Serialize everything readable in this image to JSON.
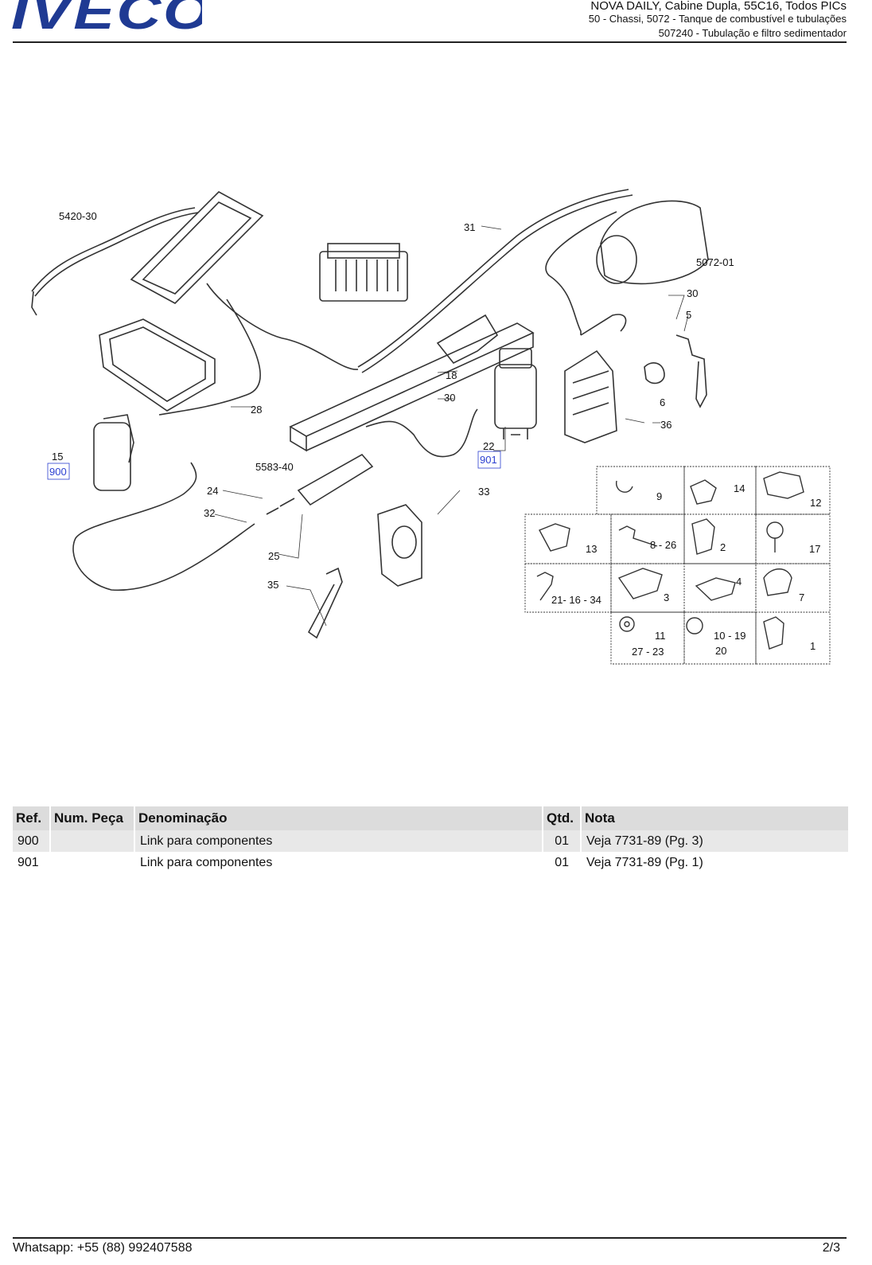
{
  "header": {
    "logo_text": "IVECO",
    "brand_color": "#1f3a93",
    "line1": "NOVA DAILY, Cabine Dupla, 55C16, Todos PICs",
    "line2": "50 - Chassi, 5072 - Tanque de combustível e tubulações",
    "line3": "507240 - Tubulação e filtro sedimentador"
  },
  "diagram": {
    "labels": {
      "l5420_30": "5420-30",
      "l31": "31",
      "l5072_01": "5072-01",
      "l30a": "30",
      "l5": "5",
      "l18": "18",
      "l30b": "30",
      "l6": "6",
      "l36": "36",
      "l28": "28",
      "l15": "15",
      "l900": "900",
      "l22": "22",
      "l901": "901",
      "l5583_40": "5583-40",
      "l24": "24",
      "l33": "33",
      "l32": "32",
      "l25": "25",
      "l35": "35"
    },
    "grid_cells": [
      {
        "id": "c9",
        "text": "9"
      },
      {
        "id": "c14",
        "text": "14"
      },
      {
        "id": "c12",
        "text": "12"
      },
      {
        "id": "c13",
        "text": "13"
      },
      {
        "id": "c8_26",
        "text": "8 - 26"
      },
      {
        "id": "c2",
        "text": "2"
      },
      {
        "id": "c17",
        "text": "17"
      },
      {
        "id": "c21_16_34",
        "text": "21- 16 - 34"
      },
      {
        "id": "c3",
        "text": "3"
      },
      {
        "id": "c4",
        "text": "4"
      },
      {
        "id": "c7",
        "text": "7"
      },
      {
        "id": "c11",
        "text": "11"
      },
      {
        "id": "c27_23",
        "text": "27 - 23"
      },
      {
        "id": "c10_19",
        "text": "10 - 19"
      },
      {
        "id": "c20",
        "text": "20"
      },
      {
        "id": "c1",
        "text": "1"
      }
    ],
    "link_color": "#2b3fd1"
  },
  "table": {
    "headers": {
      "ref": "Ref.",
      "num": "Num. Peça",
      "den": "Denominação",
      "qtd": "Qtd.",
      "nota": "Nota"
    },
    "rows": [
      {
        "ref": "900",
        "num": "",
        "den": "Link para componentes",
        "qtd": "01",
        "nota": "Veja 7731-89 (Pg. 3)"
      },
      {
        "ref": "901",
        "num": "",
        "den": "Link para componentes",
        "qtd": "01",
        "nota": "Veja 7731-89 (Pg. 1)"
      }
    ]
  },
  "footer": {
    "left": "Whatsapp: +55 (88) 992407588",
    "right": "2/3"
  }
}
